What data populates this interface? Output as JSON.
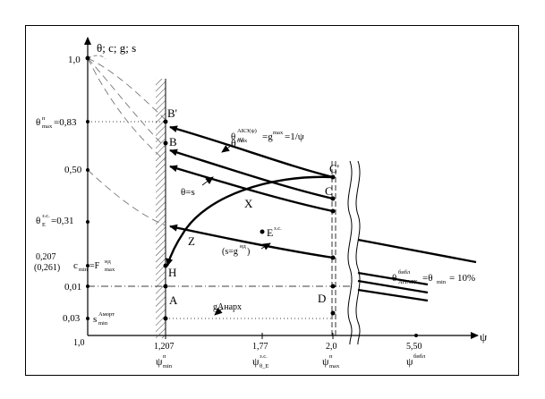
{
  "axes": {
    "y_title": "θ; c; g; s",
    "x_title": "ψ",
    "x_origin": "1,0"
  },
  "y_ticks": {
    "one": "1,0",
    "theta_max": {
      "sym": "θ",
      "sup": "п",
      "sub": "max",
      "val": "=0,83"
    },
    "half": "0,50",
    "theta_e": {
      "sym": "θ",
      "sup": "з.с.",
      "sub": "E",
      "val": "=0,31"
    },
    "c_min_top": "0,207",
    "c_min_paren": "(0,261)",
    "c_min": {
      "sym": "c",
      "sub1": "min",
      "mid": "=F",
      "sup2": "нд",
      "sub2": "max"
    },
    "point01": "0,01",
    "point003": "0,03",
    "s_min": {
      "sym": "s",
      "sup": "Амopт",
      "sub": "min"
    }
  },
  "x_ticks": [
    {
      "val": "1,207",
      "sym": "ψ",
      "sup": "п",
      "sub": "min"
    },
    {
      "val": "1,77",
      "sym": "ψ",
      "sup": "з.с.",
      "sub": "θ_E"
    },
    {
      "val": "2,0",
      "sym": "ψ",
      "sup": "п",
      "sub": "max"
    },
    {
      "val": "5,50",
      "sym": "ψ",
      "sup": "библ",
      "sub": ""
    }
  ],
  "points": {
    "B_prime": "B'",
    "B": "B",
    "C_prime": "C'",
    "C": "C",
    "X": "X",
    "Z": "Z",
    "H": "H",
    "A": "A",
    "D": "D",
    "E": {
      "sym": "E",
      "sup": "з.с."
    }
  },
  "curve_labels": {
    "theta_ake": {
      "sym": "θ",
      "sup": "АКЭ(ψ)",
      "sub": "max",
      "rest": "=g",
      "sup2": "max",
      "tail": "=1/ψ"
    },
    "theta_nd": {
      "sym": "θ",
      "sup": "нд"
    },
    "theta_eq_s": "θ=s",
    "s_eq_g": {
      "text": "(s=g",
      "sup": ")",
      "supnote": "нд"
    },
    "g_anarkh": "gАнарх",
    "theta_anarkh": {
      "sym": "θ",
      "sup": "библ",
      "sub": "АНАРХ",
      "rest": "=θ",
      "sub2": "min",
      "tail": "= 10%"
    }
  }
}
